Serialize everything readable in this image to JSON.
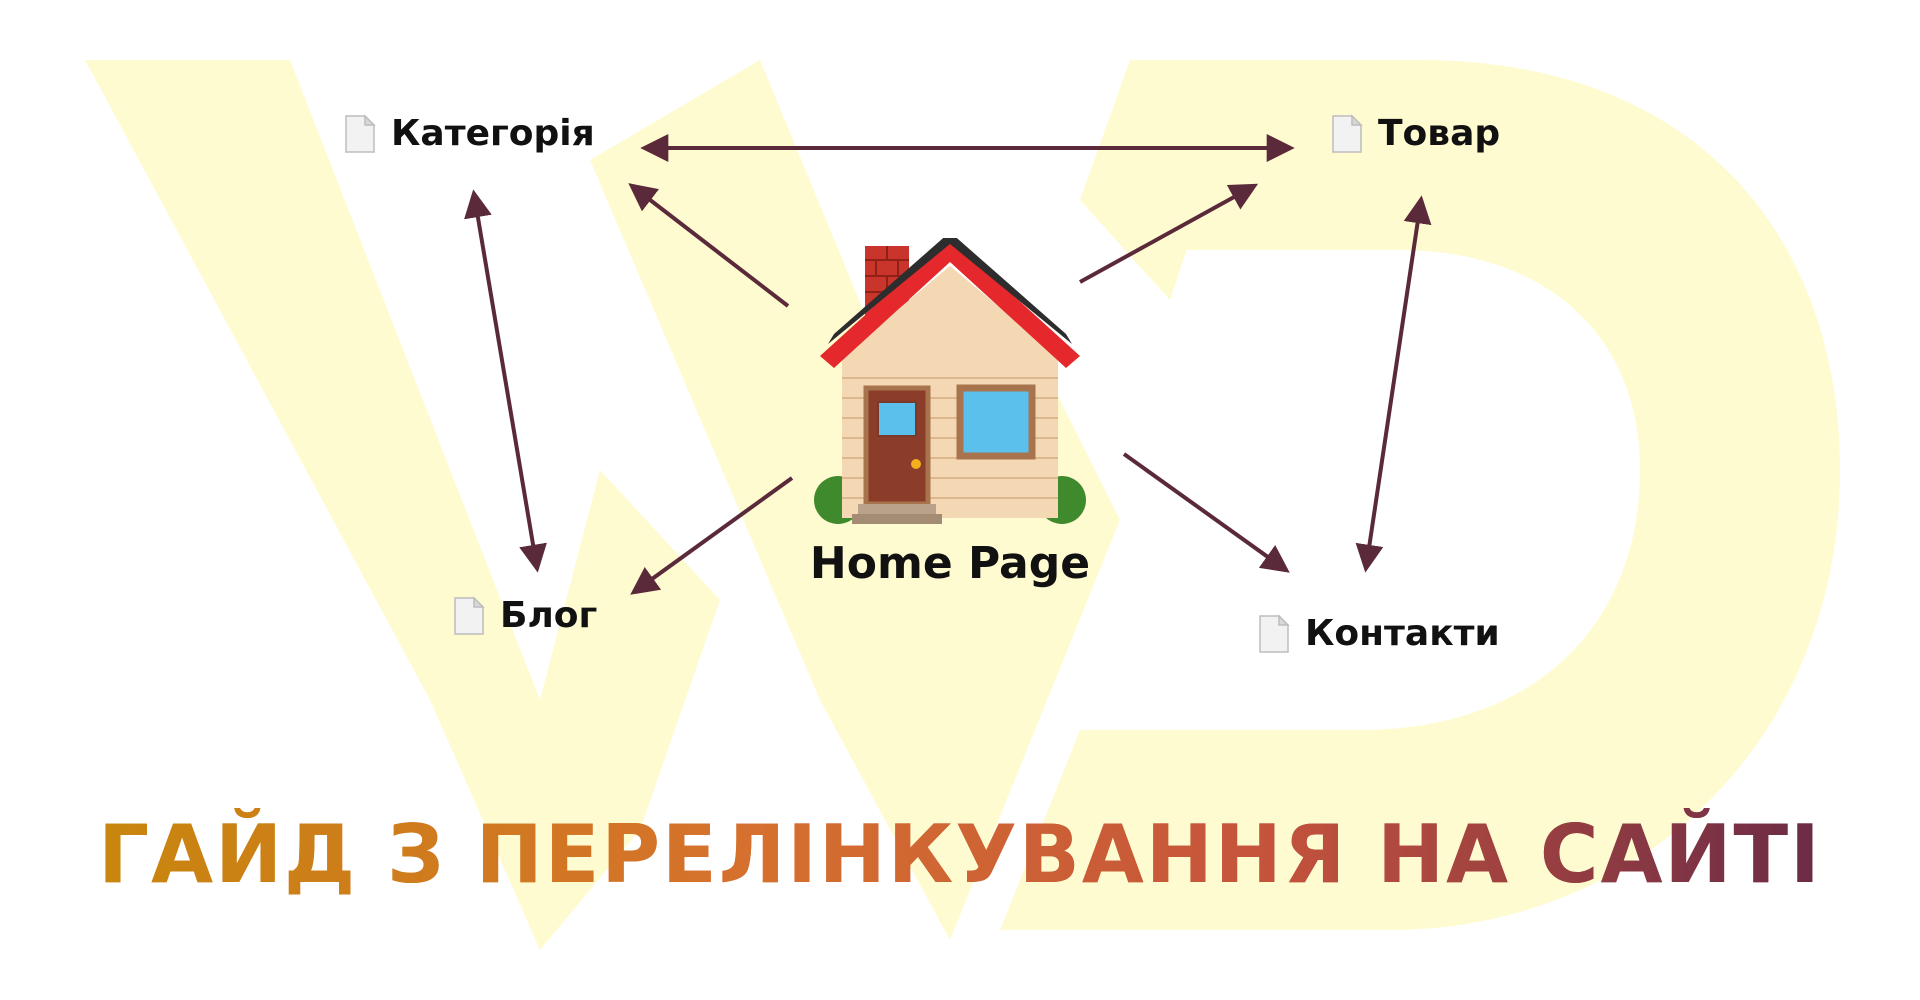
{
  "diagram": {
    "center": {
      "label": "Home Page",
      "icon": "house-icon"
    },
    "nodes": [
      {
        "id": "category",
        "label": "Категорія",
        "icon": "document-icon"
      },
      {
        "id": "product",
        "label": "Товар",
        "icon": "document-icon"
      },
      {
        "id": "blog",
        "label": "Блог",
        "icon": "document-icon"
      },
      {
        "id": "contacts",
        "label": "Контакти",
        "icon": "document-icon"
      }
    ],
    "links": [
      {
        "from": "home",
        "to": "category",
        "direction": "one-way"
      },
      {
        "from": "home",
        "to": "product",
        "direction": "one-way"
      },
      {
        "from": "home",
        "to": "blog",
        "direction": "one-way"
      },
      {
        "from": "home",
        "to": "contacts",
        "direction": "one-way"
      },
      {
        "from": "category",
        "to": "product",
        "direction": "two-way"
      },
      {
        "from": "category",
        "to": "blog",
        "direction": "two-way"
      },
      {
        "from": "product",
        "to": "contacts",
        "direction": "two-way"
      }
    ]
  },
  "title": "ГАЙД З ПЕРЕЛІНКУВАННЯ НА САЙТІ",
  "colors": {
    "arrow": "#5a2a3a",
    "watermark": "#fffbd0",
    "title_start": "#c8860d",
    "title_end": "#6b2b46"
  }
}
